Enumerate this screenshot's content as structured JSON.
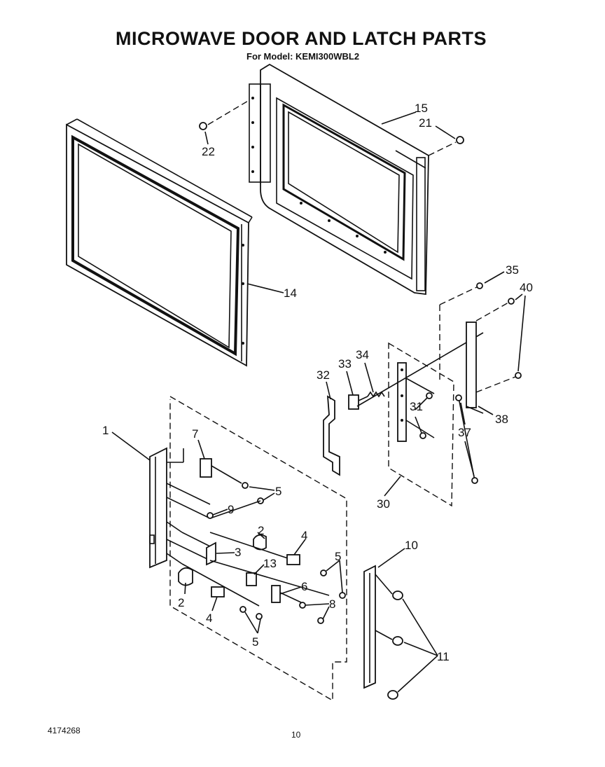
{
  "header": {
    "title": "MICROWAVE DOOR AND LATCH PARTS",
    "subtitle": "For Model: KEMI300WBL2"
  },
  "footer": {
    "doc_number": "4174268",
    "page_number": "10"
  },
  "callouts": [
    "15",
    "21",
    "22",
    "14",
    "35",
    "40",
    "34",
    "33",
    "32",
    "31",
    "37",
    "38",
    "30",
    "1",
    "7",
    "5",
    "9",
    "2",
    "4",
    "3",
    "13",
    "6",
    "8",
    "10",
    "11"
  ]
}
